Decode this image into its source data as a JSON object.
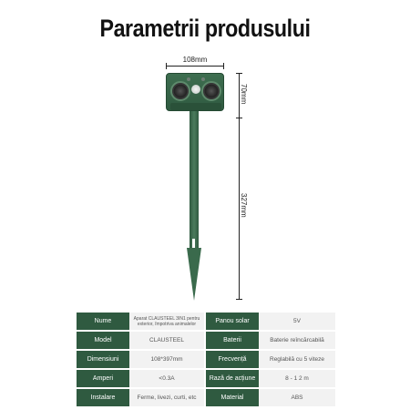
{
  "title": "Parametrii produsului",
  "dimensions": {
    "width": "108mm",
    "head_height": "70mm",
    "total_height": "327mm"
  },
  "specs": [
    {
      "label": "Nume",
      "value": "Aparat CLAUSTEEL 3IN1 pentru exterior, împotriva animalelor",
      "label2": "Panou solar",
      "value2": "5V"
    },
    {
      "label": "Model",
      "value": "CLAUSTEEL",
      "label2": "Baterii",
      "value2": "Baterie reîncărcabilă"
    },
    {
      "label": "Dimensiuni",
      "value": "108*397mm",
      "label2": "Frecvență",
      "value2": "Reglabilă cu 5 viteze"
    },
    {
      "label": "Amperi",
      "value": "<0.3A",
      "label2": "Rază de acțiune",
      "value2": "8 - 1 2 m"
    },
    {
      "label": "Instalare",
      "value": "Ferme, livezi, curti, etc",
      "label2": "Material",
      "value2": "ABS"
    }
  ]
}
